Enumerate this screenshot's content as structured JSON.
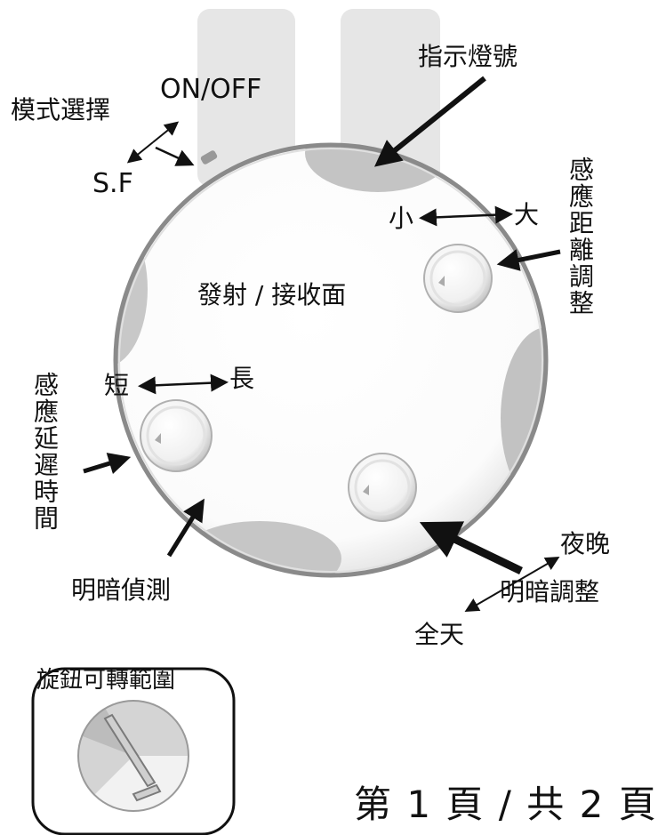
{
  "labels": {
    "mode_select": "模式選擇",
    "on_off": "ON/OFF",
    "sf": "S.F",
    "indicator": "指示燈號",
    "sens_dist": "感應距離調整",
    "small": "小",
    "large": "大",
    "emit_receive": "發射 / 接收面",
    "short": "短",
    "long": "長",
    "delay_time": "感應延遲時間",
    "light_detect": "明暗偵測",
    "night": "夜晚",
    "light_adjust": "明暗調整",
    "all_day": "全天",
    "knob_range": "旋鈕可轉範圍",
    "page_footer": "第 1 頁 / 共 2 頁"
  },
  "colors": {
    "line": "#111111",
    "body_fill": "#ffffff",
    "shade": "#c9c9c9",
    "shade_dark": "#a8a8a8",
    "tab_fill": "#e4e4e4"
  }
}
